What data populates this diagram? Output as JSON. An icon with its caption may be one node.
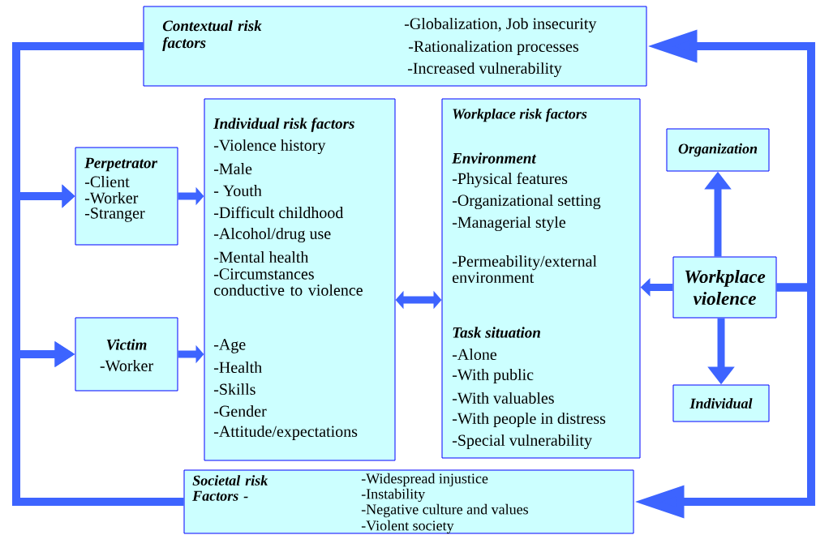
{
  "diagram": {
    "nodes": [
      {
        "text": [
          "Contextual risk factors",
          "-Globalization, Job insecurity",
          "-Rationalization processes",
          "-Increased vulnerability"
        ]
      },
      {
        "text": [
          "Perpetrator",
          "-Client",
          "-Worker",
          "-Stranger"
        ]
      },
      {
        "text": [
          "Victim",
          "-Worker"
        ]
      },
      {
        "text": [
          "Individual risk factors",
          "-Violence history",
          "-Male",
          "- Youth",
          "-Difficult childhood",
          "-Alcohol/drug use",
          "-Mental health",
          "-Circumstances conductive to violence",
          "-Age",
          "-Health",
          "-Skills",
          "-Gender",
          "-Attitude/expectations"
        ]
      },
      {
        "text": [
          "Workplace risk factors",
          "Environment",
          "-Physical features",
          "-Organizational setting",
          "-Managerial style",
          "-Permeability/external environment",
          "Task situation",
          "-Alone",
          "-With public",
          "-With valuables",
          "-With people in distress",
          "-Special vulnerability"
        ]
      },
      {
        "text": [
          "Organization"
        ]
      },
      {
        "text": [
          "Workplace violence"
        ]
      },
      {
        "text": [
          "Individual"
        ]
      },
      {
        "text": [
          "Societal risk Factors -",
          "-Widespread injustice",
          "-Instability",
          "-Negative culture and values",
          "-Violent society"
        ]
      }
    ],
    "edges": [
      {
        "from": 6,
        "to": 0,
        "arrow": "to"
      },
      {
        "from": 6,
        "to": 8,
        "arrow": "to"
      },
      {
        "from": 0,
        "to": 1,
        "arrow": "to"
      },
      {
        "from": 0,
        "to": 2,
        "arrow": "to"
      },
      {
        "from": 8,
        "to": 1,
        "arrow": "to"
      },
      {
        "from": 8,
        "to": 2,
        "arrow": "to"
      },
      {
        "from": 1,
        "to": 3,
        "arrow": "to"
      },
      {
        "from": 2,
        "to": 3,
        "arrow": "to"
      },
      {
        "from": 3,
        "to": 4,
        "arrow": "both"
      },
      {
        "from": 6,
        "to": 4,
        "arrow": "to"
      },
      {
        "from": 6,
        "to": 5,
        "arrow": "to"
      },
      {
        "from": 6,
        "to": 7,
        "arrow": "to"
      }
    ]
  }
}
